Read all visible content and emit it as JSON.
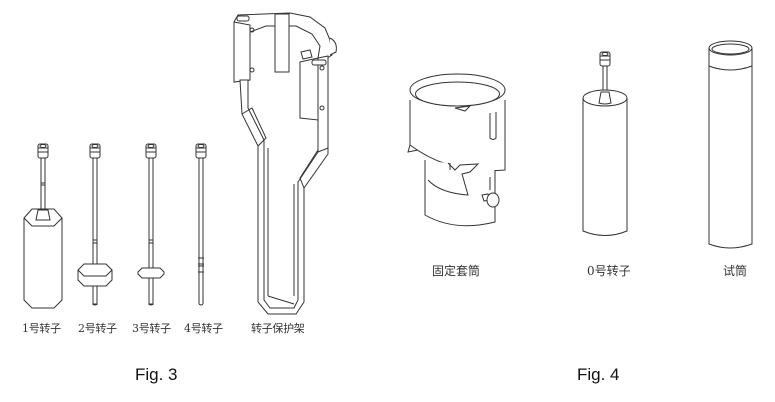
{
  "figures": [
    {
      "caption": "Fig. 3",
      "items": [
        {
          "id": "rotor-1",
          "label": "1号转子"
        },
        {
          "id": "rotor-2",
          "label": "2号转子"
        },
        {
          "id": "rotor-3",
          "label": "3号转子"
        },
        {
          "id": "rotor-4",
          "label": "4号转子"
        },
        {
          "id": "rotor-guard",
          "label": "转子保护架"
        }
      ]
    },
    {
      "caption": "Fig. 4",
      "items": [
        {
          "id": "fixing-sleeve",
          "label": "固定套筒"
        },
        {
          "id": "rotor-0",
          "label": "0号转子"
        },
        {
          "id": "test-tube",
          "label": "试筒"
        }
      ]
    }
  ],
  "colors": {
    "line": "#333333",
    "background": "#ffffff"
  }
}
